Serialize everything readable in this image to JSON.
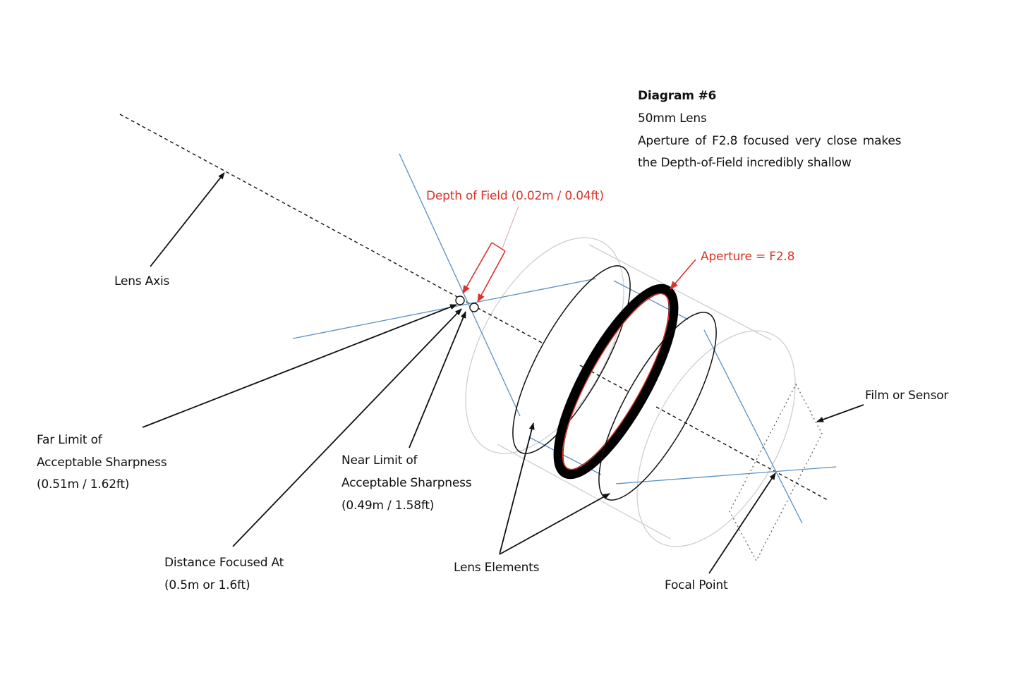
{
  "header": {
    "title": "Diagram #6",
    "lines": [
      "50mm Lens",
      "Aperture of F2.8 focused very close makes",
      "the Depth-of-Field incredibly shallow"
    ]
  },
  "labels": {
    "depth_of_field": "Depth of Field (0.02m / 0.04ft)",
    "aperture": "Aperture = F2.8",
    "lens_axis": "Lens Axis",
    "film_or_sensor": "Film or Sensor",
    "far_limit": [
      "Far Limit of",
      "Acceptable Sharpness",
      "(0.51m / 1.62ft)"
    ],
    "near_limit": [
      "Near Limit of",
      "Acceptable Sharpness",
      "(0.49m / 1.58ft)"
    ],
    "distance_focused": [
      "Distance Focused At",
      "(0.5m or 1.6ft)"
    ],
    "lens_elements": "Lens Elements",
    "focal_point": "Focal Point"
  },
  "colors": {
    "ray": "#5b8fc0",
    "highlight": "#d9342b",
    "cylinder": "#c8c8c8",
    "ink": "#111111"
  }
}
